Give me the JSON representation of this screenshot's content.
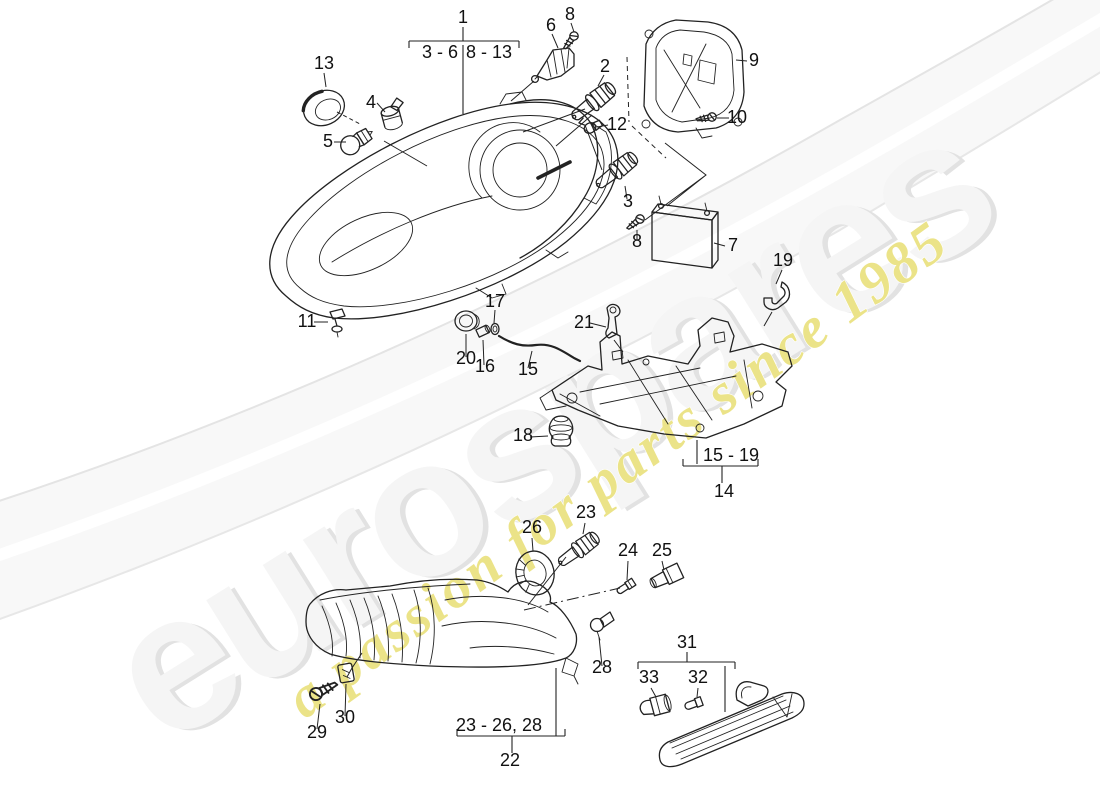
{
  "watermark": {
    "brand": "eurospares",
    "tagline": "a passion for parts since 1985",
    "brand_color": "#f5f5f5",
    "brand_shadow_color": "#e2e2e2",
    "tagline_color": "#ebe388",
    "band_color": "#f3f3f3"
  },
  "diagram": {
    "type": "exploded-parts-diagram",
    "line_color": "#222222",
    "label_color": "#111111",
    "labels": {
      "p1": "1",
      "p2": "2",
      "p3": "3",
      "p4": "4",
      "p5": "5",
      "p6": "6",
      "p7": "7",
      "p8a": "8",
      "p8b": "8",
      "p9": "9",
      "p10": "10",
      "p11": "11",
      "p12": "12",
      "p13": "13",
      "p14": "14",
      "p15": "15",
      "p16": "16",
      "p17": "17",
      "p18": "18",
      "p19": "19",
      "p20": "20",
      "p21": "21",
      "p22": "22",
      "p23": "23",
      "p24": "24",
      "p25": "25",
      "p26": "26",
      "p28": "28",
      "p29": "29",
      "p30": "30",
      "p31": "31",
      "p32": "32",
      "p33": "33",
      "range_1a": "3 - 6",
      "range_1b": "8 - 13",
      "range_14": "15 - 19",
      "range_22": "23 - 26, 28"
    }
  }
}
